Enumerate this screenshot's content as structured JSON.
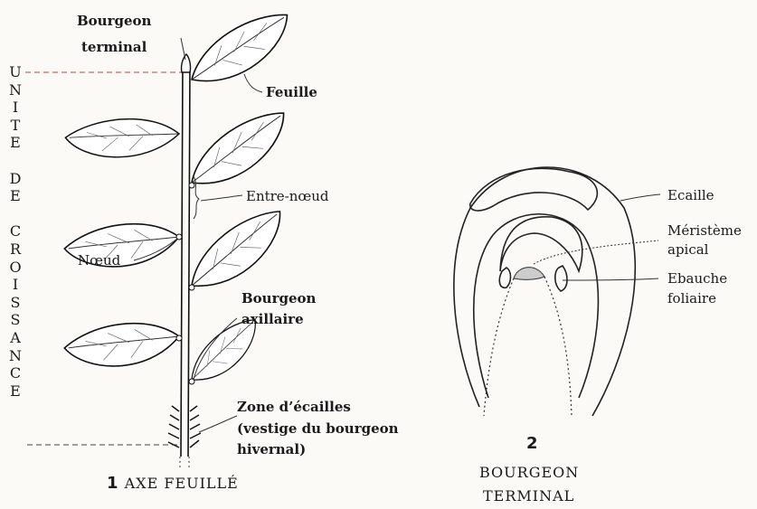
{
  "vertical_label": [
    "U",
    "N",
    "I",
    "T",
    "E",
    "",
    "D",
    "E",
    "",
    "C",
    "R",
    "O",
    "I",
    "S",
    "S",
    "A",
    "N",
    "C",
    "E"
  ],
  "fig1": {
    "bourgeon_terminal_1": "Bourgeon",
    "bourgeon_terminal_2": "terminal",
    "feuille": "Feuille",
    "entre_noeud": "Entre-nœud",
    "noeud": "Nœud",
    "bourgeon_axillaire_1": "Bourgeon",
    "bourgeon_axillaire_2": "axillaire",
    "zone_1": "Zone d’écailles",
    "zone_2": "(vestige du bourgeon",
    "zone_3": "hivernal)",
    "caption_num": "1",
    "caption": "AXE FEUILLÉ"
  },
  "fig2": {
    "ecaille": "Ecaille",
    "meristeme_1": "Méristème",
    "meristeme_2": "apical",
    "ebauche_1": "Ebauche",
    "ebauche_2": "foliaire",
    "caption_num": "2",
    "caption_1": "BOURGEON",
    "caption_2": "TERMINAL"
  }
}
